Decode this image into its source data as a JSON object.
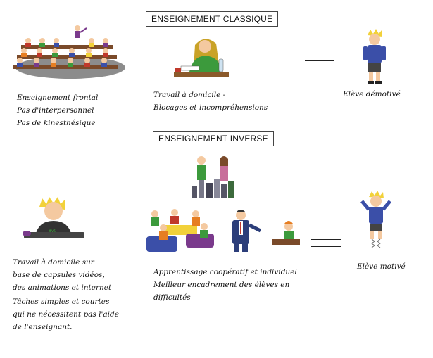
{
  "classic": {
    "title": "ENSEIGNEMENT CLASSIQUE",
    "col1": [
      "Enseignement frontal",
      "Pas d'interpersonnel",
      "Pas de kinesthésique"
    ],
    "col2": [
      "Travail à domicile -",
      "Blocages et incompréhensions"
    ],
    "result": "Elève démotivé"
  },
  "inverse": {
    "title": "ENSEIGNEMENT INVERSE",
    "col1a": [
      "Travail à domicile sur",
      "base de capsules vidéos,",
      "des animations et internet"
    ],
    "col1b": [
      "Tâches simples et courtes",
      "qui ne nécessitent pas l'aide",
      "de l'enseignant."
    ],
    "col2": [
      "Apprentissage coopératif et individuel",
      "Meilleur encadrement des élèves en",
      "difficultés"
    ],
    "result": "Elève motivé"
  },
  "colors": {
    "blue": "#3b4fa8",
    "purple": "#7a3a8c",
    "green": "#3c9a3c",
    "yellow": "#f2d13a",
    "skin": "#f4c9a0"
  }
}
